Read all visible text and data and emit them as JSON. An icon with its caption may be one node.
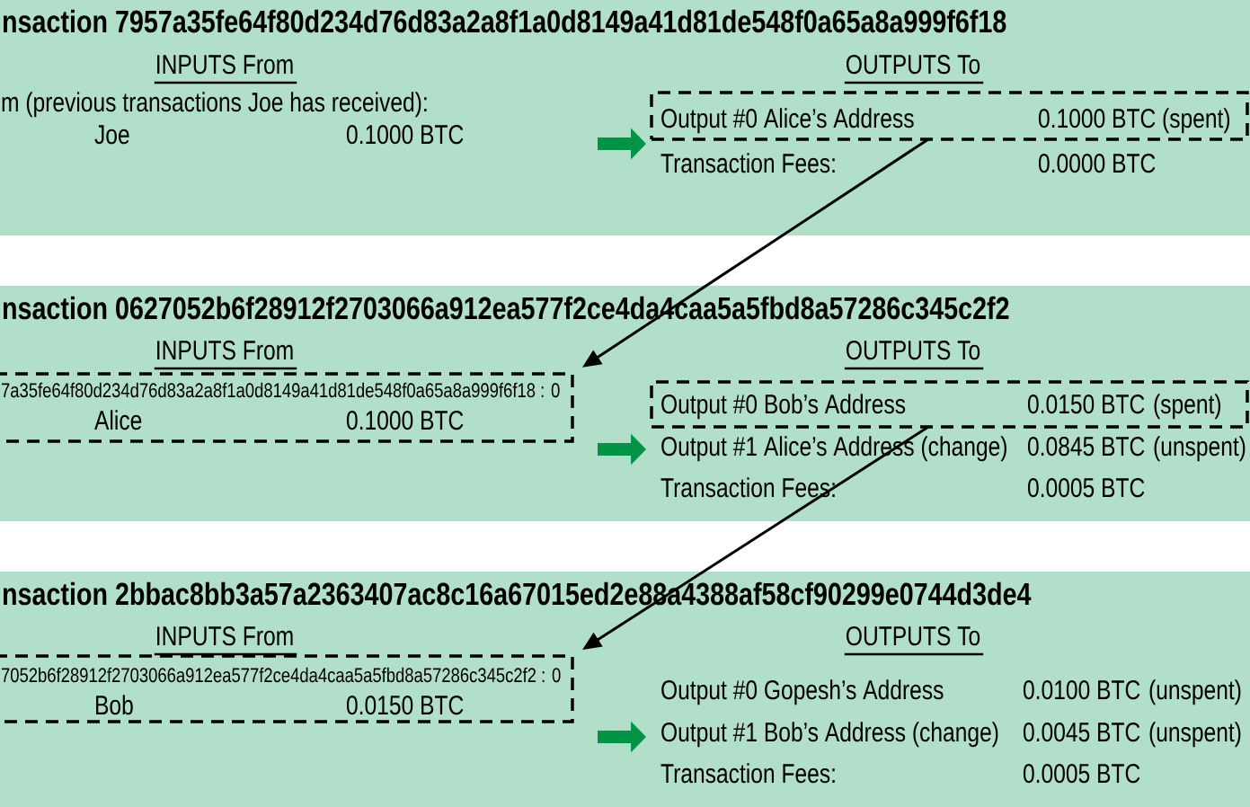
{
  "diagram": {
    "nodes": [
      {
        "text": [
          "nsaction 7957a35fe64f80d234d76d83a2a8f1a0d8149a41d81de548f0a65a8a999f6f18"
        ]
      },
      {
        "text": [
          "OUTPUTS To",
          "Transaction Fees:",
          "0.0000 BTC"
        ],
        "in": 0
      },
      {
        "text": [
          "Output #0 Alice’s Address",
          "0.1000 BTC",
          "(spent)"
        ],
        "in": 1
      },
      {
        "text": [
          "nsaction 0627052b6f28912f2703066a912ea577f2ce4da4caa5a5fbd8a57286c345c2f2"
        ]
      },
      {
        "text": [
          "INPUTS From",
          "7a35fe64f80d234d76d83a2a8f1a0d8149a41d81de548f0a65a8a999f6f18 : 0",
          "Alice",
          "0.1000 BTC"
        ],
        "in": 3
      },
      {
        "text": [
          "OUTPUTS To",
          "Output #1 Alice’s Address (change)",
          "0.0845 BTC",
          "(unspent)",
          "Transaction Fees:",
          "0.0005 BTC"
        ],
        "in": 3
      },
      {
        "text": [
          "Output #0 Bob’s Address",
          "0.0150 BTC",
          "(spent)"
        ],
        "in": 5
      },
      {
        "text": [
          "nsaction 2bbac8bb3a57a2363407ac8c16a67015ed2e88a4388af58cf90299e0744d3de4"
        ]
      },
      {
        "text": [
          "INPUTS From",
          "7052b6f28912f2703066a912ea577f2ce4da4caa5a5fbd8a57286c345c2f2 : 0",
          "Bob",
          "0.0150 BTC"
        ],
        "in": 7
      },
      {
        "text": [
          "OUTPUTS To",
          "Output #0 Gopesh’s Address",
          "0.0100 BTC",
          "(unspent)",
          "Output #1 Bob’s Address (change)",
          "0.0045 BTC",
          "(unspent)",
          "Transaction Fees:",
          "0.0005 BTC"
        ],
        "in": 7
      }
    ],
    "edges": [
      {
        "from": null,
        "to": 1,
        "arrow": "to"
      },
      {
        "from": 2,
        "to": 4,
        "arrow": "to",
        "color": "#000000"
      },
      {
        "from": 4,
        "to": 5,
        "arrow": "to"
      },
      {
        "from": 6,
        "to": 8,
        "arrow": "to",
        "color": "#000000"
      },
      {
        "from": 8,
        "to": 9,
        "arrow": "to"
      }
    ],
    "labels": [
      "INPUTS From",
      "m (previous transactions Joe has received):",
      "Joe",
      "0.1000 BTC"
    ]
  }
}
